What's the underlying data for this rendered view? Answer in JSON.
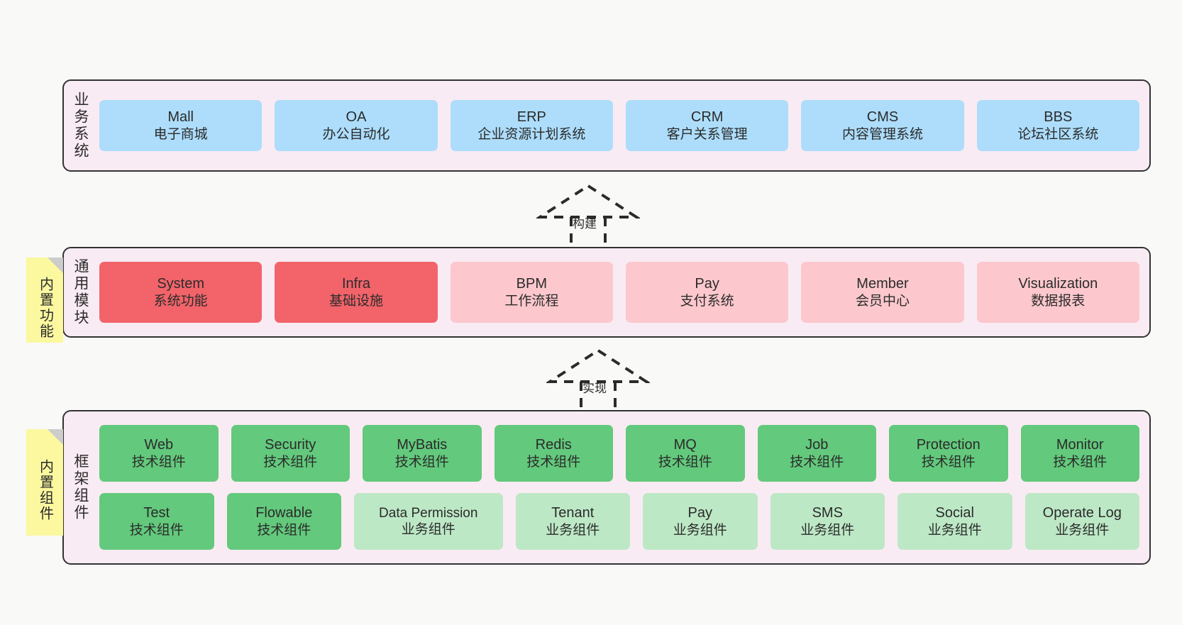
{
  "diagram": {
    "title_hidden": "",
    "background": "#f9f9f7",
    "colors": {
      "layer_bg": "#f9ebf3",
      "layer_border": "#333333",
      "business": "#adddfb",
      "module_core": "#f2646a",
      "module_opt": "#fcc8cd",
      "framework_tech": "#63c97c",
      "framework_biz": "#bde8c6",
      "note_bg": "#fbf8a0",
      "note_fold": "#cccccc"
    }
  },
  "layers": [
    {
      "key": "business",
      "label": "业务系统",
      "rows": [
        [
          {
            "en": "Mall",
            "cn": "电子商城"
          },
          {
            "en": "OA",
            "cn": "办公自动化"
          },
          {
            "en": "ERP",
            "cn": "企业资源计划系统"
          },
          {
            "en": "CRM",
            "cn": "客户关系管理"
          },
          {
            "en": "CMS",
            "cn": "内容管理系统"
          },
          {
            "en": "BBS",
            "cn": "论坛社区系统"
          }
        ]
      ]
    },
    {
      "key": "modules",
      "label": "通用模块",
      "note": "内置功能",
      "rows": [
        [
          {
            "en": "System",
            "cn": "系统功能",
            "tone": "core"
          },
          {
            "en": "Infra",
            "cn": "基础设施",
            "tone": "core"
          },
          {
            "en": "BPM",
            "cn": "工作流程",
            "tone": "opt"
          },
          {
            "en": "Pay",
            "cn": "支付系统",
            "tone": "opt"
          },
          {
            "en": "Member",
            "cn": "会员中心",
            "tone": "opt"
          },
          {
            "en": "Visualization",
            "cn": "数据报表",
            "tone": "opt"
          }
        ]
      ]
    },
    {
      "key": "framework",
      "label": "框架组件",
      "note": "内置组件",
      "rows": [
        [
          {
            "en": "Web",
            "cn": "技术组件",
            "tone": "tech"
          },
          {
            "en": "Security",
            "cn": "技术组件",
            "tone": "tech"
          },
          {
            "en": "MyBatis",
            "cn": "技术组件",
            "tone": "tech"
          },
          {
            "en": "Redis",
            "cn": "技术组件",
            "tone": "tech"
          },
          {
            "en": "MQ",
            "cn": "技术组件",
            "tone": "tech"
          },
          {
            "en": "Job",
            "cn": "技术组件",
            "tone": "tech"
          },
          {
            "en": "Protection",
            "cn": "技术组件",
            "tone": "tech"
          },
          {
            "en": "Monitor",
            "cn": "技术组件",
            "tone": "tech"
          }
        ],
        [
          {
            "en": "Test",
            "cn": "技术组件",
            "tone": "tech"
          },
          {
            "en": "Flowable",
            "cn": "技术组件",
            "tone": "tech"
          },
          {
            "en": "Data Permission",
            "cn": "业务组件",
            "tone": "biz",
            "wrap": true
          },
          {
            "en": "Tenant",
            "cn": "业务组件",
            "tone": "biz"
          },
          {
            "en": "Pay",
            "cn": "业务组件",
            "tone": "biz"
          },
          {
            "en": "SMS",
            "cn": "业务组件",
            "tone": "biz"
          },
          {
            "en": "Social",
            "cn": "业务组件",
            "tone": "biz"
          },
          {
            "en": "Operate Log",
            "cn": "业务组件",
            "tone": "biz"
          }
        ]
      ]
    }
  ],
  "connectors": [
    {
      "key": "build",
      "label": "构建",
      "from": "modules",
      "to": "business"
    },
    {
      "key": "implement",
      "label": "实现",
      "from": "framework",
      "to": "modules"
    }
  ]
}
